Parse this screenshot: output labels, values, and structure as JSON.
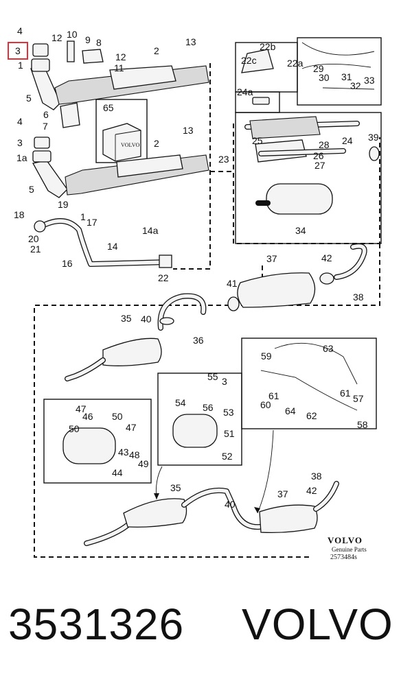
{
  "diagram": {
    "callouts": [
      {
        "id": "c1",
        "text": "4"
      },
      {
        "id": "c2",
        "text": "3"
      },
      {
        "id": "c3",
        "text": "1"
      },
      {
        "id": "c4",
        "text": "5"
      },
      {
        "id": "c5",
        "text": "12"
      },
      {
        "id": "c6",
        "text": "10"
      },
      {
        "id": "c7",
        "text": "9"
      },
      {
        "id": "c8",
        "text": "8"
      },
      {
        "id": "c9",
        "text": "12"
      },
      {
        "id": "c10",
        "text": "11"
      },
      {
        "id": "c11",
        "text": "2"
      },
      {
        "id": "c12",
        "text": "13"
      },
      {
        "id": "c13",
        "text": "6"
      },
      {
        "id": "c14",
        "text": "7"
      },
      {
        "id": "c15",
        "text": "65"
      },
      {
        "id": "c16",
        "text": "4"
      },
      {
        "id": "c17",
        "text": "3"
      },
      {
        "id": "c18",
        "text": "1a"
      },
      {
        "id": "c19",
        "text": "5"
      },
      {
        "id": "c20",
        "text": "2"
      },
      {
        "id": "c21",
        "text": "13"
      },
      {
        "id": "c22",
        "text": "23"
      },
      {
        "id": "c23",
        "text": "18"
      },
      {
        "id": "c24",
        "text": "19"
      },
      {
        "id": "c25",
        "text": "17"
      },
      {
        "id": "c26",
        "text": "1"
      },
      {
        "id": "c27",
        "text": "20"
      },
      {
        "id": "c28",
        "text": "21"
      },
      {
        "id": "c29",
        "text": "16"
      },
      {
        "id": "c30",
        "text": "14"
      },
      {
        "id": "c31",
        "text": "14a"
      },
      {
        "id": "c32",
        "text": "22"
      },
      {
        "id": "c33",
        "text": "22b"
      },
      {
        "id": "c34",
        "text": "22a"
      },
      {
        "id": "c35",
        "text": "22c"
      },
      {
        "id": "c36",
        "text": "24a"
      },
      {
        "id": "c37",
        "text": "29"
      },
      {
        "id": "c38",
        "text": "30"
      },
      {
        "id": "c39",
        "text": "31"
      },
      {
        "id": "c40",
        "text": "32"
      },
      {
        "id": "c41",
        "text": "33"
      },
      {
        "id": "c42",
        "text": "25"
      },
      {
        "id": "c43",
        "text": "28"
      },
      {
        "id": "c44",
        "text": "24"
      },
      {
        "id": "c45",
        "text": "39"
      },
      {
        "id": "c46",
        "text": "26"
      },
      {
        "id": "c47",
        "text": "27"
      },
      {
        "id": "c48",
        "text": "34"
      },
      {
        "id": "c49",
        "text": "37"
      },
      {
        "id": "c50",
        "text": "42"
      },
      {
        "id": "c51",
        "text": "41"
      },
      {
        "id": "c52",
        "text": "38"
      },
      {
        "id": "c53",
        "text": "35"
      },
      {
        "id": "c54",
        "text": "40"
      },
      {
        "id": "c55",
        "text": "36"
      },
      {
        "id": "c56",
        "text": "63"
      },
      {
        "id": "c57",
        "text": "59"
      },
      {
        "id": "c58",
        "text": "61"
      },
      {
        "id": "c59",
        "text": "60"
      },
      {
        "id": "c60",
        "text": "64"
      },
      {
        "id": "c61",
        "text": "62"
      },
      {
        "id": "c62",
        "text": "61"
      },
      {
        "id": "c63",
        "text": "57"
      },
      {
        "id": "c64",
        "text": "58"
      },
      {
        "id": "c65",
        "text": "55"
      },
      {
        "id": "c66",
        "text": "3"
      },
      {
        "id": "c67",
        "text": "54"
      },
      {
        "id": "c68",
        "text": "56"
      },
      {
        "id": "c69",
        "text": "53"
      },
      {
        "id": "c70",
        "text": "51"
      },
      {
        "id": "c71",
        "text": "52"
      },
      {
        "id": "c72",
        "text": "47"
      },
      {
        "id": "c73",
        "text": "46"
      },
      {
        "id": "c74",
        "text": "50"
      },
      {
        "id": "c75",
        "text": "50"
      },
      {
        "id": "c76",
        "text": "47"
      },
      {
        "id": "c77",
        "text": "43"
      },
      {
        "id": "c78",
        "text": "48"
      },
      {
        "id": "c79",
        "text": "49"
      },
      {
        "id": "c80",
        "text": "44"
      },
      {
        "id": "c81",
        "text": "35"
      },
      {
        "id": "c82",
        "text": "40"
      },
      {
        "id": "c83",
        "text": "37"
      },
      {
        "id": "c84",
        "text": "42"
      },
      {
        "id": "c85",
        "text": "38"
      }
    ],
    "highlighted_callout": "3",
    "brand": {
      "name": "VOLVO",
      "line1": "Genuine Parts",
      "code": "2573484s"
    }
  },
  "footer": {
    "part_number": "3531326",
    "brand": "VOLVO"
  }
}
